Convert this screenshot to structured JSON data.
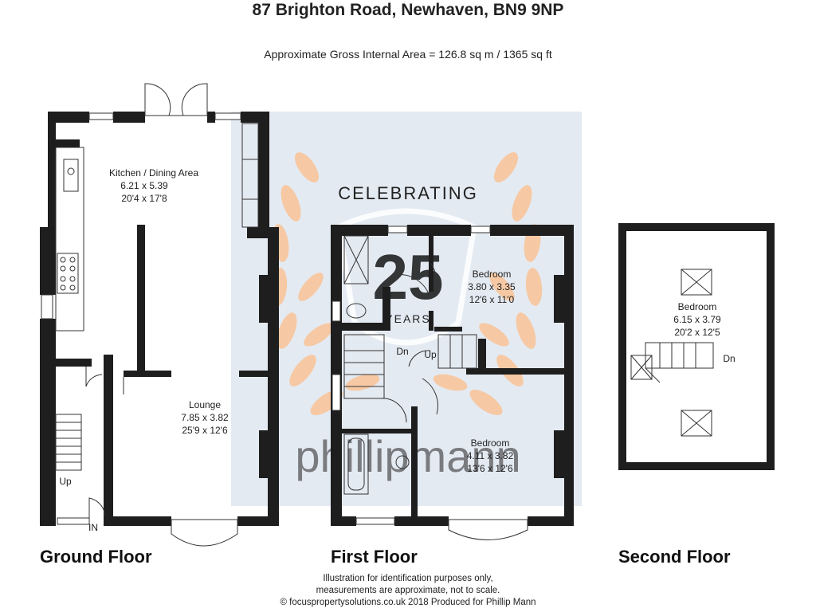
{
  "header": {
    "address": "87 Brighton Road, Newhaven, BN9 9NP",
    "area": "Approximate Gross Internal Area = 126.8 sq m / 1365 sq ft"
  },
  "watermark": {
    "celebrating": "CELEBRATING",
    "years_number": "25",
    "years_word": "YEARS",
    "brand": "phillipmann",
    "accent_color": "#f6c9a4",
    "panel_color": "#e4eaf2"
  },
  "floors": {
    "ground": {
      "label": "Ground Floor",
      "kitchen": {
        "name": "Kitchen / Dining Area",
        "metric": "6.21 x 5.39",
        "imperial": "20'4 x 17'8"
      },
      "lounge": {
        "name": "Lounge",
        "metric": "7.85 x 3.82",
        "imperial": "25'9 x 12'6"
      },
      "stair_label": "Up",
      "entry_label": "IN"
    },
    "first": {
      "label": "First Floor",
      "bedroom_rear": {
        "name": "Bedroom",
        "metric": "3.80 x 3.35",
        "imperial": "12'6 x 11'0"
      },
      "bedroom_front": {
        "name": "Bedroom",
        "metric": "4.11 x 3.82",
        "imperial": "13'6 x 12'6"
      },
      "stair_down": "Dn",
      "stair_up": "Up"
    },
    "second": {
      "label": "Second Floor",
      "bedroom": {
        "name": "Bedroom",
        "metric": "6.15 x 3.79",
        "imperial": "20'2 x 12'5"
      },
      "stair_down": "Dn"
    }
  },
  "footer": {
    "line1": "Illustration for identification purposes only,",
    "line2": "measurements are approximate, not to scale.",
    "line3": "© focuspropertysolutions.co.uk 2018 Produced for Phillip Mann"
  }
}
